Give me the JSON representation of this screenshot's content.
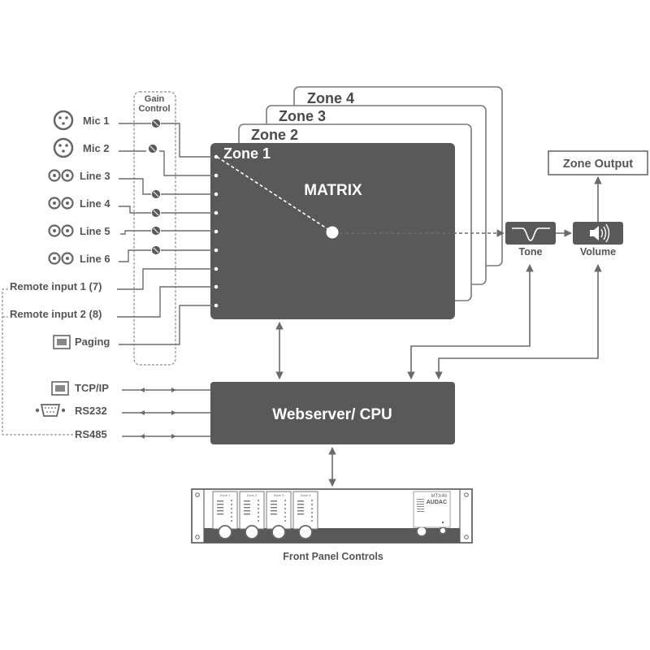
{
  "colors": {
    "block": "#595959",
    "line": "#6b6b6b",
    "text": "#555555",
    "background": "#ffffff"
  },
  "gain_control": [
    "Gain",
    "Control"
  ],
  "inputs": {
    "mic1": "Mic 1",
    "mic2": "Mic 2",
    "line3": "Line 3",
    "line4": "Line 4",
    "line5": "Line 5",
    "line6": "Line 6",
    "remote1": "Remote input 1 (7)",
    "remote2": "Remote input 2 (8)",
    "paging": "Paging"
  },
  "zones": {
    "z1": "Zone 1",
    "z2": "Zone 2",
    "z3": "Zone 3",
    "z4": "Zone 4"
  },
  "matrix": "MATRIX",
  "tone": "Tone",
  "volume": "Volume",
  "zone_output": "Zone Output",
  "cpu": "Webserver/ CPU",
  "interfaces": {
    "tcpip": "TCP/IP",
    "rs232": "RS232",
    "rs485": "RS485"
  },
  "front_panel": {
    "caption": "Front Panel Controls",
    "brand": "AUDAC",
    "model": "MTX48",
    "zone_labels": [
      "Zone 1",
      "Zone 2",
      "Zone 3",
      "Zone 4"
    ]
  },
  "icons": [
    "xlr-connector-icon",
    "rca-connector-icon",
    "rj45-port-icon",
    "db9-port-icon",
    "potentiometer-icon",
    "speaker-icon",
    "filter-curve-icon"
  ]
}
